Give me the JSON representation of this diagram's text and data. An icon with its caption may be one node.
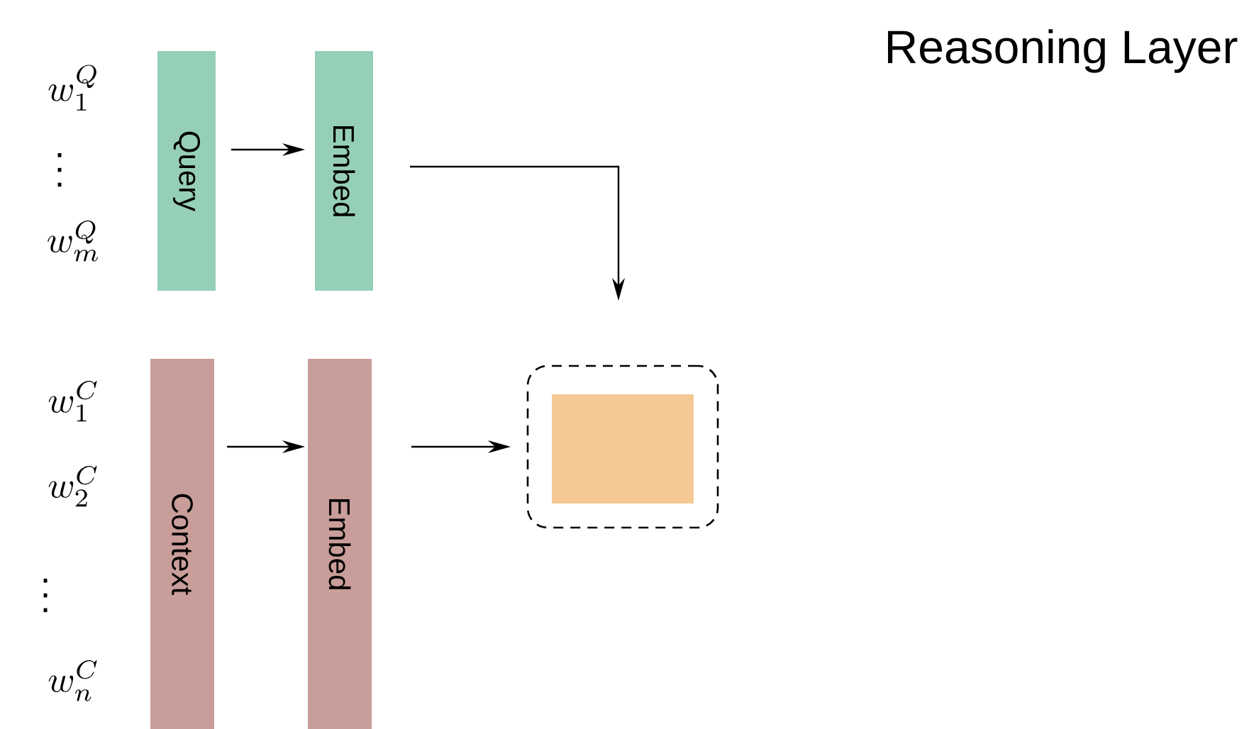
{
  "diagram": {
    "title": "Reasoning Layer",
    "nodes": [
      {
        "text": [
          "Query"
        ]
      },
      {
        "text": [
          "Embed"
        ]
      },
      {
        "text": [
          "Context"
        ]
      },
      {
        "text": [
          "Embed"
        ]
      },
      {
        "text": [],
        "shape": "box"
      },
      {
        "text": [],
        "shape": "box",
        "in": 4
      }
    ],
    "edges": [
      {
        "from": 0,
        "to": 1,
        "arrow": "to"
      },
      {
        "from": 2,
        "to": 3,
        "arrow": "to"
      },
      {
        "from": 1,
        "to": 4,
        "arrow": "to"
      },
      {
        "from": 3,
        "to": 4,
        "arrow": "to"
      }
    ],
    "labels": [
      "w_1^Q",
      "\\vdots",
      "w_m^Q",
      "w_1^C",
      "w_2^C",
      "\\vdots",
      "w_n^C"
    ]
  }
}
